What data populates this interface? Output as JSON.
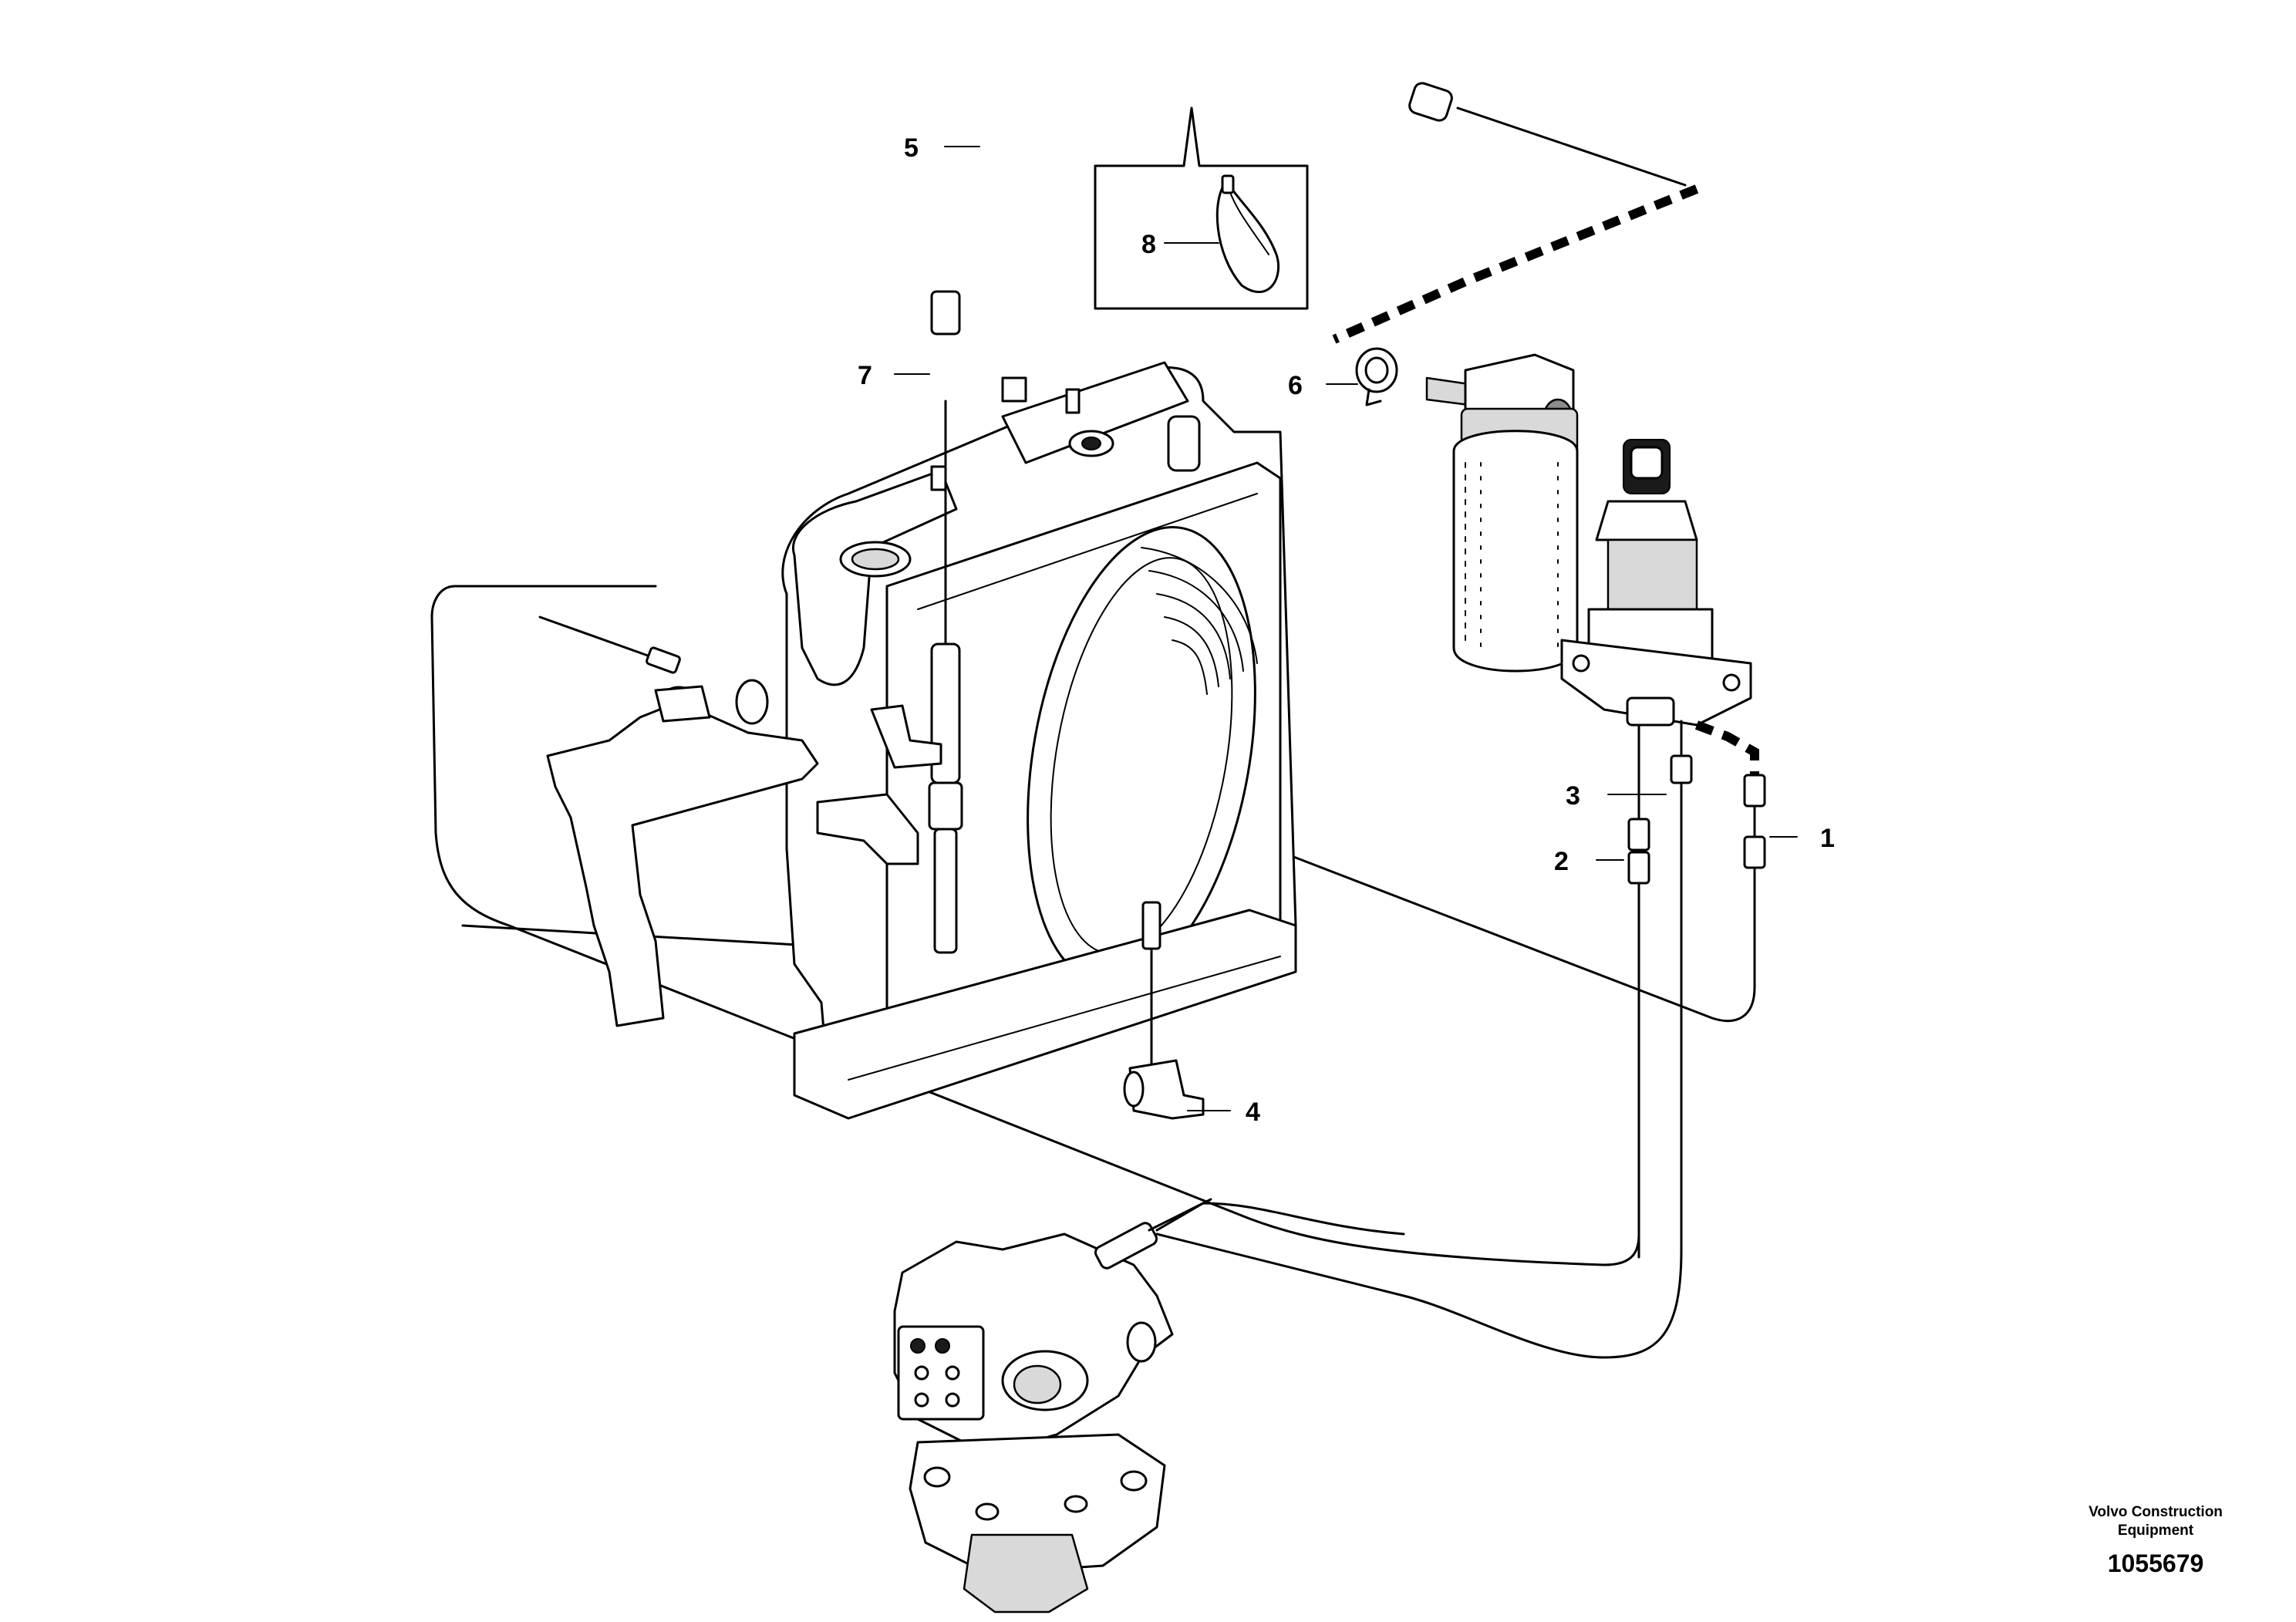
{
  "diagram": {
    "callouts": [
      {
        "id": "c1",
        "label": "1"
      },
      {
        "id": "c2",
        "label": "2"
      },
      {
        "id": "c3",
        "label": "3"
      },
      {
        "id": "c4",
        "label": "4"
      },
      {
        "id": "c5",
        "label": "5"
      },
      {
        "id": "c6",
        "label": "6"
      },
      {
        "id": "c7",
        "label": "7"
      },
      {
        "id": "c8",
        "label": "8"
      }
    ]
  },
  "footer": {
    "company_line1": "Volvo Construction",
    "company_line2": "Equipment",
    "drawing_number": "1055679"
  }
}
